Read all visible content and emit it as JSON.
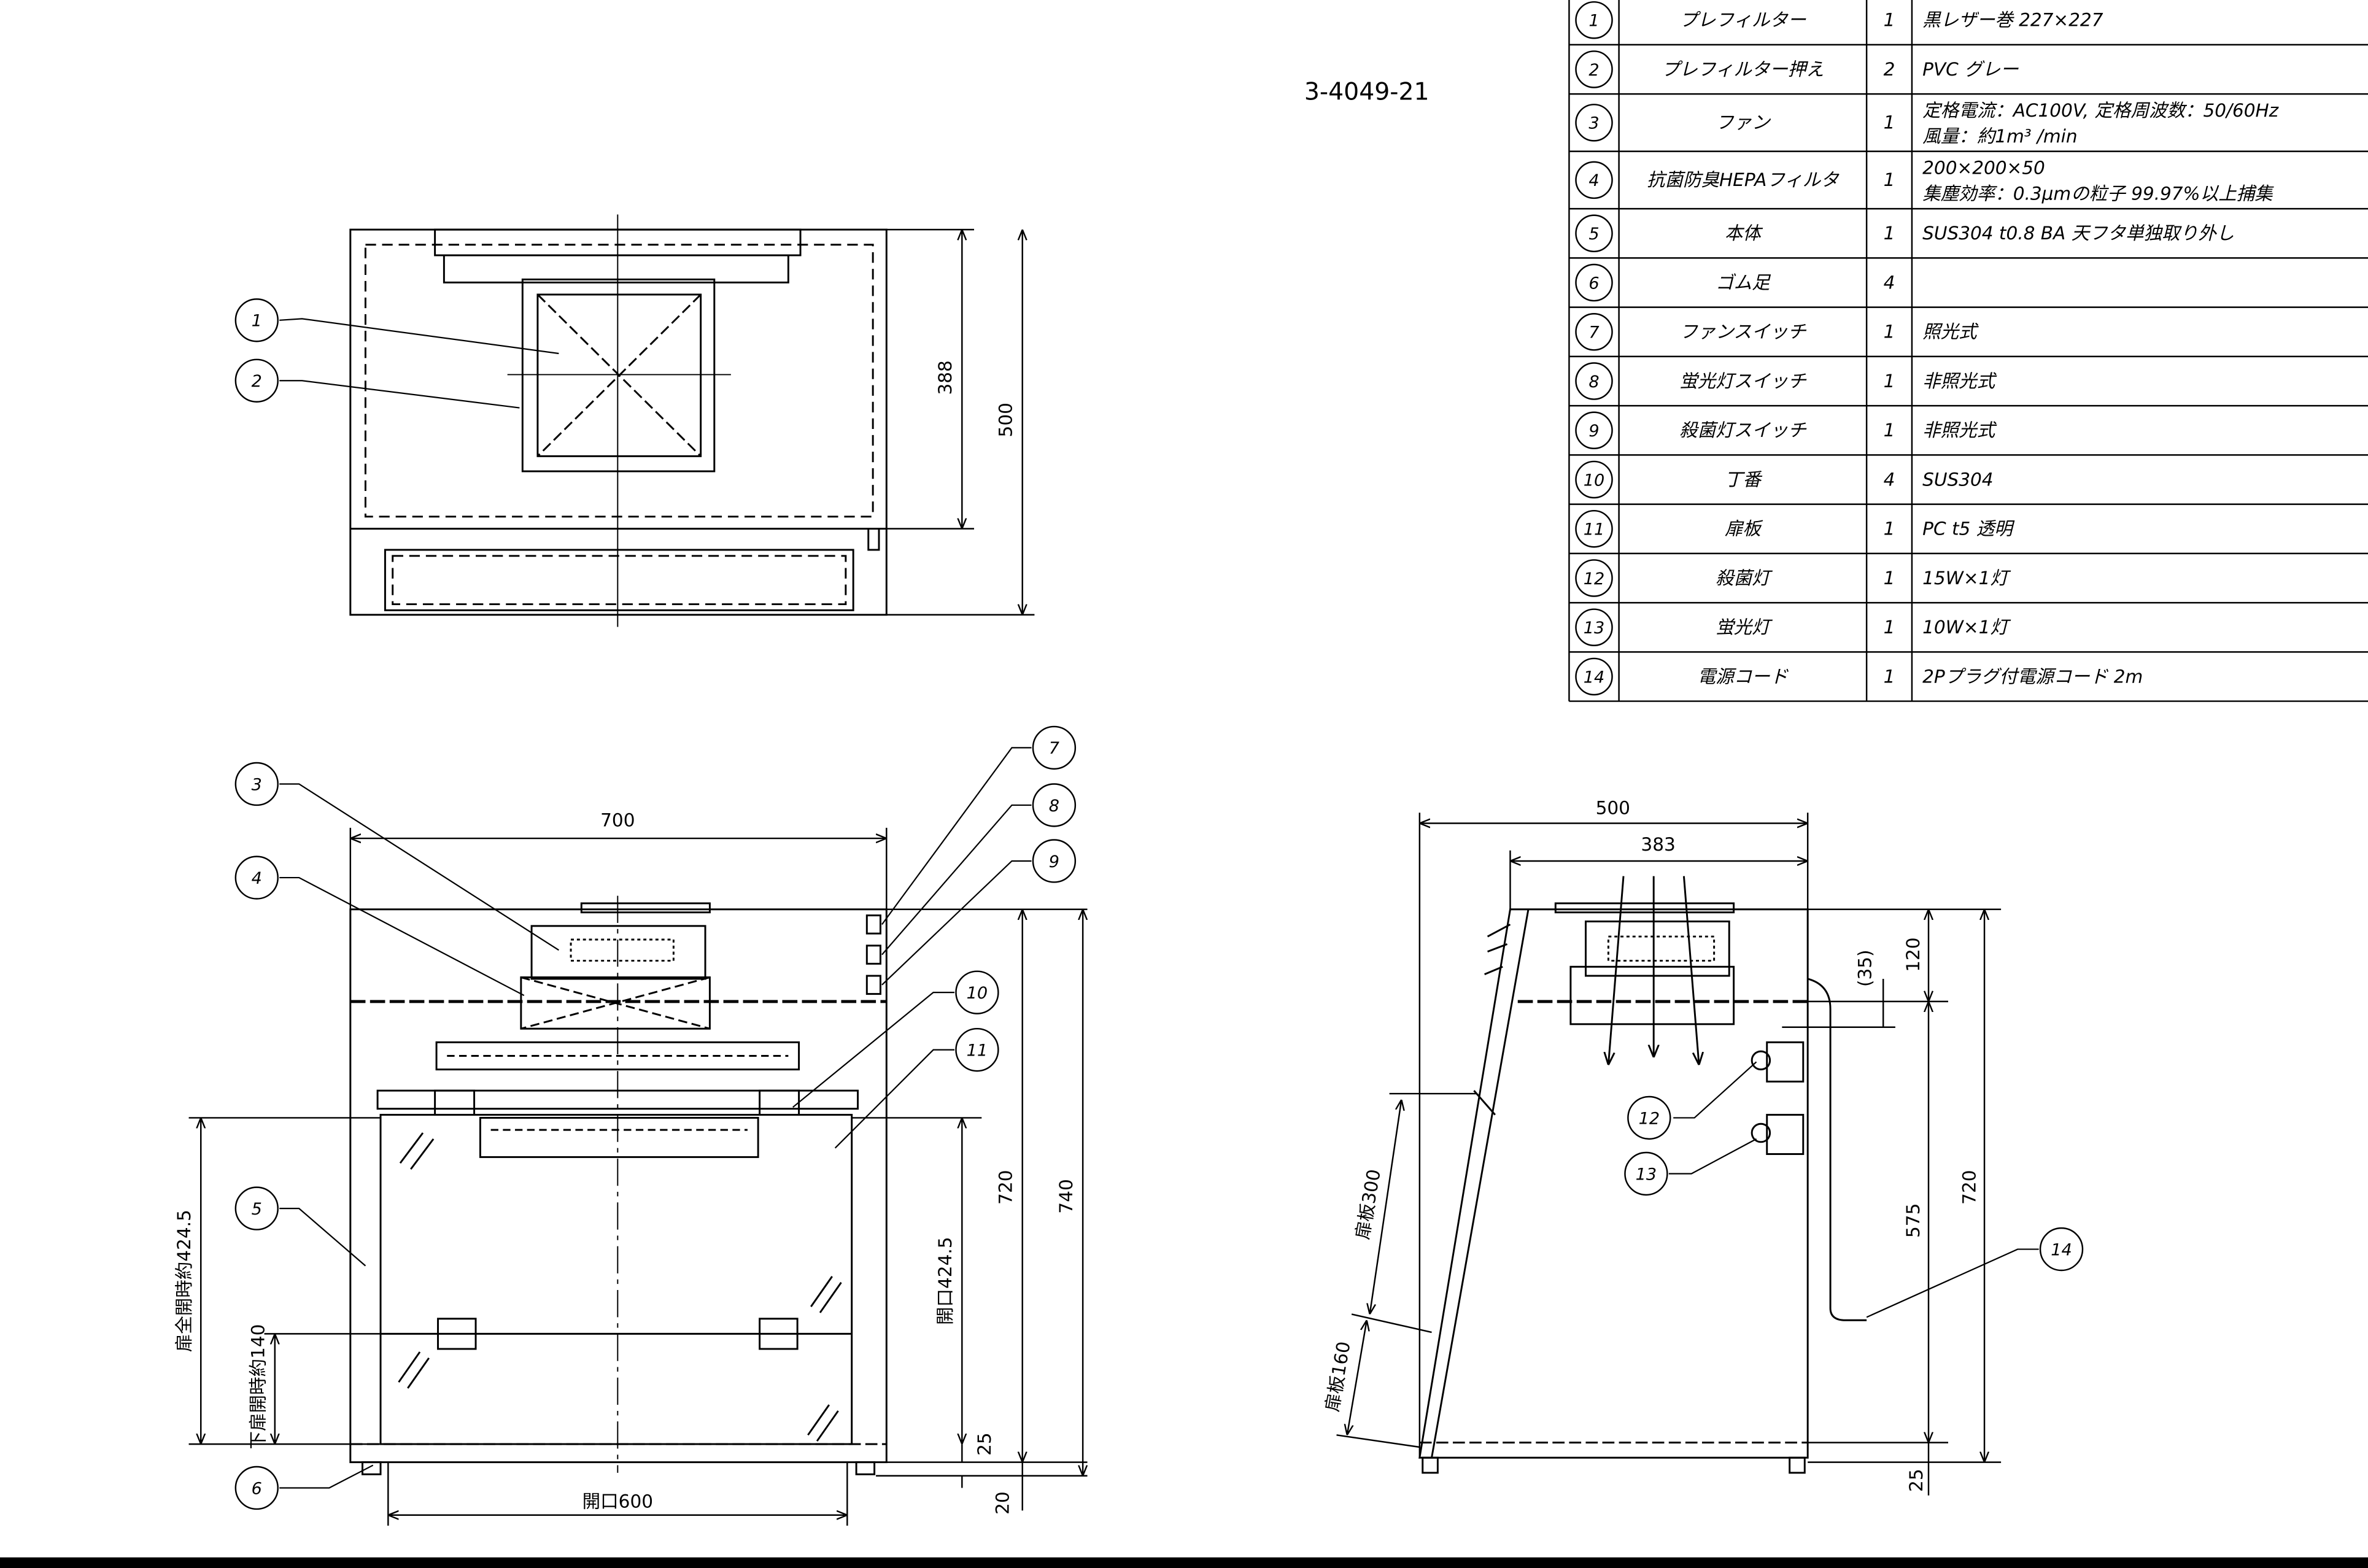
{
  "drawing_number": "3-4049-21",
  "parts_table": {
    "rows": [
      {
        "no": "1",
        "name": "プレフィルター",
        "qty": "1",
        "spec": [
          "黒レザー巻 227×227"
        ]
      },
      {
        "no": "2",
        "name": "プレフィルター押え",
        "qty": "2",
        "spec": [
          "PVC グレー"
        ]
      },
      {
        "no": "3",
        "name": "ファン",
        "qty": "1",
        "spec": [
          "定格電流：AC100V, 定格周波数：50/60Hz",
          "風量：約1m³ /min"
        ]
      },
      {
        "no": "4",
        "name": "抗菌防臭HEPAフィルタ",
        "qty": "1",
        "spec": [
          "200×200×50",
          "集塵効率：0.3μmの粒子 99.97%以上捕集"
        ]
      },
      {
        "no": "5",
        "name": "本体",
        "qty": "1",
        "spec": [
          "SUS304 t0.8 BA 天フタ単独取り外し"
        ]
      },
      {
        "no": "6",
        "name": "ゴム足",
        "qty": "4",
        "spec": [
          ""
        ]
      },
      {
        "no": "7",
        "name": "ファンスイッチ",
        "qty": "1",
        "spec": [
          "照光式"
        ]
      },
      {
        "no": "8",
        "name": "蛍光灯スイッチ",
        "qty": "1",
        "spec": [
          "非照光式"
        ]
      },
      {
        "no": "9",
        "name": "殺菌灯スイッチ",
        "qty": "1",
        "spec": [
          "非照光式"
        ]
      },
      {
        "no": "10",
        "name": "丁番",
        "qty": "4",
        "spec": [
          "SUS304"
        ]
      },
      {
        "no": "11",
        "name": "扉板",
        "qty": "1",
        "spec": [
          "PC t5 透明"
        ]
      },
      {
        "no": "12",
        "name": "殺菌灯",
        "qty": "1",
        "spec": [
          "15W×1灯"
        ]
      },
      {
        "no": "13",
        "name": "蛍光灯",
        "qty": "1",
        "spec": [
          "10W×1灯"
        ]
      },
      {
        "no": "14",
        "name": "電源コード",
        "qty": "1",
        "spec": [
          "2Pプラグ付電源コード 2m"
        ]
      }
    ]
  },
  "dimensions": {
    "top_depth_inner": "388",
    "top_depth_outer": "500",
    "front_width": "700",
    "front_height_body": "720",
    "front_height_total": "740",
    "front_door_full_open": "扉全開時約424.5",
    "front_door_lower_open": "下扉開時約140",
    "front_opening_height": "開口424.5",
    "front_base": "25",
    "front_feet": "20",
    "front_opening_width": "開口600",
    "side_depth_outer": "500",
    "side_depth_inner": "383",
    "side_top": "120",
    "side_offset": "(35)",
    "side_height_inner": "575",
    "side_height_total": "720",
    "side_base": "25",
    "side_door_upper": "扉板300",
    "side_door_lower": "扉板160"
  }
}
